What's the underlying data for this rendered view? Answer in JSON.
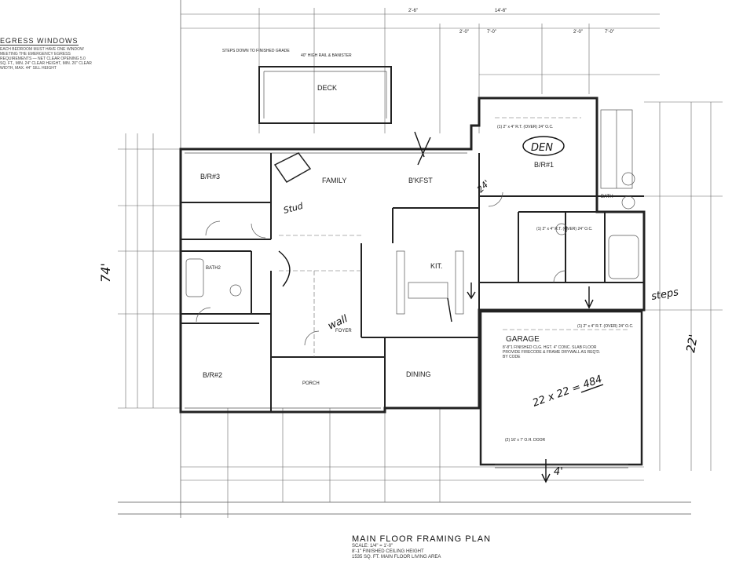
{
  "egress_note": {
    "heading": "EGRESS WINDOWS",
    "text": "EACH BEDROOM MUST HAVE ONE WINDOW MEETING THE EMERGENCY EGRESS REQUIREMENTS — NET CLEAR OPENING 5.0 SQ. FT., MIN. 24\" CLEAR HEIGHT, MIN. 20\" CLEAR WIDTH, MAX. 44\" SILL HEIGHT"
  },
  "room_labels": {
    "deck": "DECK",
    "family": "FAMILY",
    "bkfst": "B'KFST",
    "br3": "B/R#3",
    "br1": "B/R#1",
    "br2": "B/R#2",
    "kit": "KIT.",
    "dining": "DINING",
    "garage": "GARAGE",
    "bath2": "BATH2",
    "bath": "BATH",
    "porch": "PORCH",
    "foyer": "FOYER"
  },
  "annotations": {
    "deck_rail": "40\" HIGH RAIL & BANISTER",
    "deck_steps": "STEPS DOWN TO FINISHED GRADE",
    "garage_header": "(1) 2\" x 4\" R.T. (OVER) 24\" O.C.",
    "garage_notes": "8'-8\"1 FINISHED CLG. HGT. 4\" CONC. SLAB FLOOR PROVIDE FIRECODE & FRAME DRYWALL AS REQ'D. BY CODE",
    "br1_header": "(1) 2\" x 4\" R.T. (OVER) 24\" O.C.",
    "garage_door": "(2) 16' x 7' O.H. DOOR",
    "laundry_header": "(1) 2\" x 4\" R.T. (OVER) 24\" O.C."
  },
  "handwritten": {
    "den": "DEN",
    "steps": "steps",
    "wall": "wall",
    "garage_size": "22 x 22 = 484",
    "width_24": "24'",
    "depth_22": "22'",
    "dim_4": "4'",
    "stud": "Stud"
  },
  "title_block": {
    "title": "MAIN FLOOR FRAMING PLAN",
    "scale": "SCALE: 1/4\" = 1'-0\"",
    "ceiling": "8'-1\" FINISHED CEILING HEIGHT",
    "area": "1535 SQ. FT. MAIN FLOOR LIVING AREA"
  },
  "dimensions": {
    "top": [
      "2'-6\"",
      "14'-6\"",
      "2'-0\"",
      "7'-0\"",
      "2'-0\"",
      "7'-0\""
    ],
    "overall_left": "74'",
    "overall_right": "22'"
  }
}
